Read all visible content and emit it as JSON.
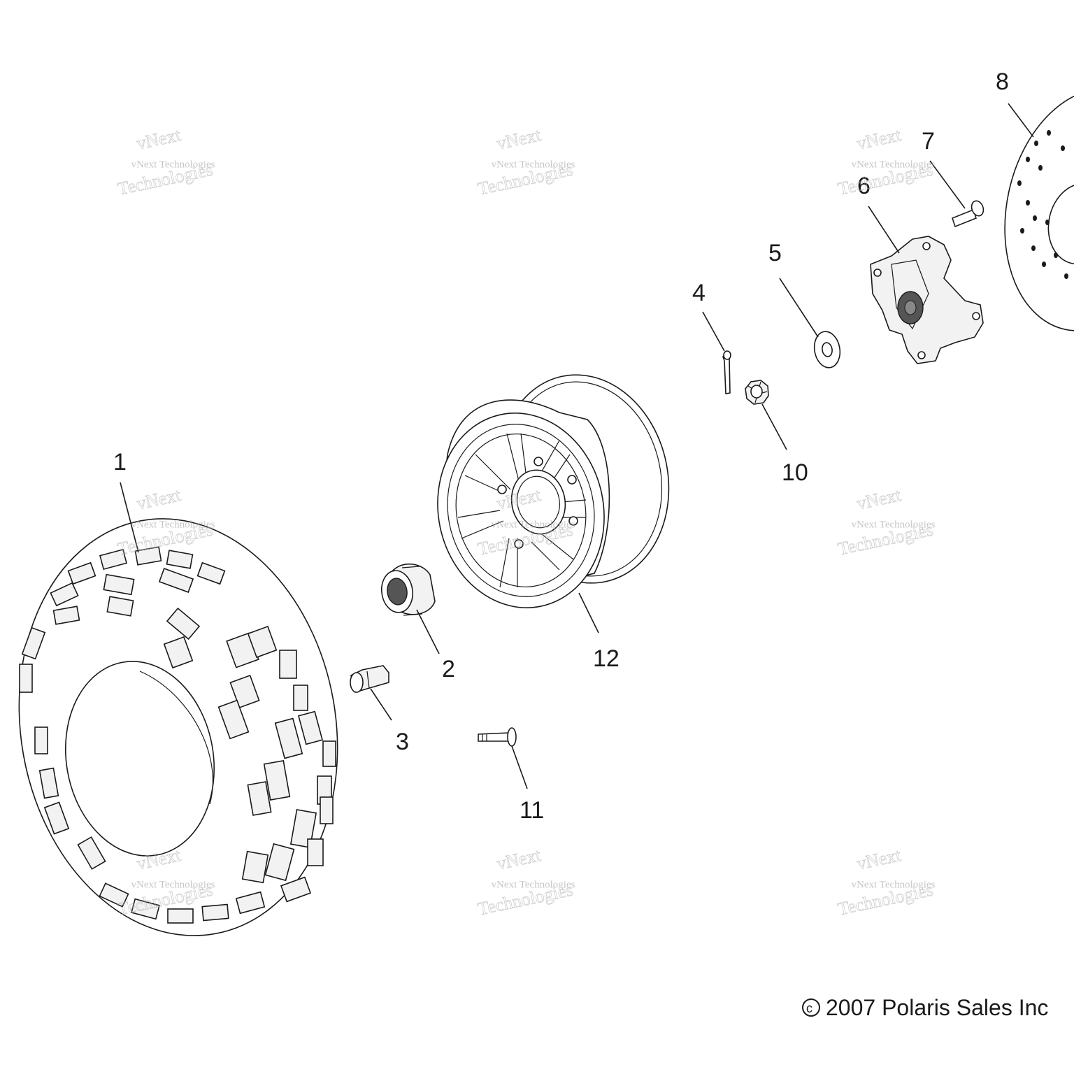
{
  "callouts": {
    "c1": "1",
    "c2": "2",
    "c3": "3",
    "c4": "4",
    "c5": "5",
    "c6": "6",
    "c7": "7",
    "c8": "8",
    "c10": "10",
    "c11": "11",
    "c12": "12"
  },
  "watermark": {
    "brand_short": "vNext",
    "brand_full": "vNext Technologies",
    "brand_word": "Technologies"
  },
  "copyright": {
    "symbol": "c",
    "text": "2007 Polaris Sales Inc"
  },
  "colors": {
    "line": "#1a1a1a",
    "watermark": "#9a9a9a",
    "background": "#ffffff"
  }
}
